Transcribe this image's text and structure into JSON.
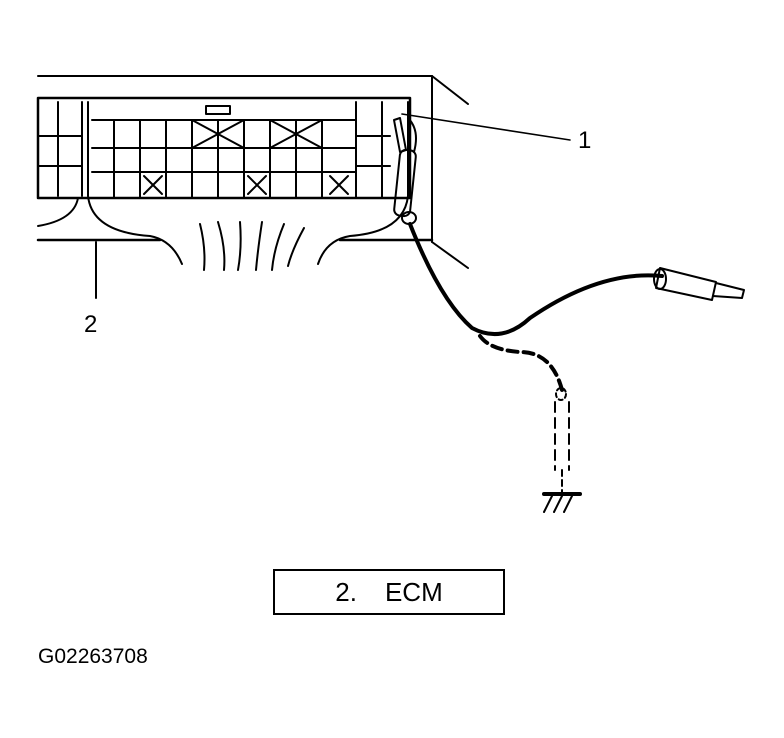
{
  "callouts": {
    "one": "1",
    "two": "2"
  },
  "legend": {
    "number": "2.",
    "name": "ECM"
  },
  "figure_id": "G02263708",
  "icons": {
    "probe": "test-probe-icon",
    "ground": "ground-symbol-icon"
  },
  "colors": {
    "line": "#000000",
    "background": "#ffffff"
  }
}
